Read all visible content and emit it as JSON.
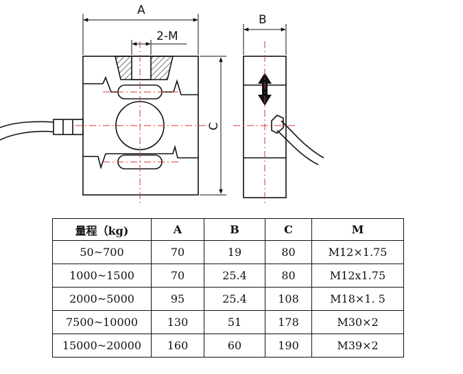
{
  "dimension_labels": {
    "a": "A",
    "b": "B",
    "c": "C",
    "thread": "2-M"
  },
  "table": {
    "headers": [
      "量程（kg)",
      "A",
      "B",
      "C",
      "M"
    ],
    "rows": [
      [
        "50~700",
        "70",
        "19",
        "80",
        "M12×1.75"
      ],
      [
        "1000~1500",
        "70",
        "25.4",
        "80",
        "M12x1.75"
      ],
      [
        "2000~5000",
        "95",
        "25.4",
        "108",
        "M18×1. 5"
      ],
      [
        "7500~10000",
        "130",
        "51",
        "178",
        "M30×2"
      ],
      [
        "15000~20000",
        "160",
        "60",
        "190",
        "M39×2"
      ]
    ]
  }
}
